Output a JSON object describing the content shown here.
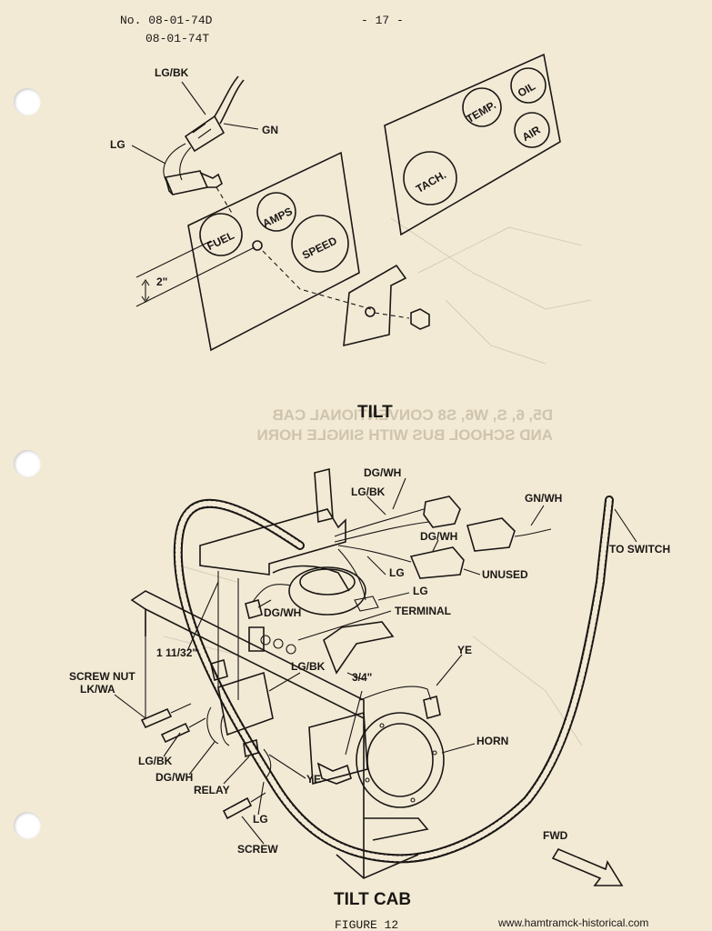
{
  "header": {
    "doc_number_1": "No. 08-01-74D",
    "doc_number_2": "08-01-74T",
    "page_number": "- 17 -"
  },
  "bleed_through": {
    "line_1": "D5, 6, S, W6, S8 CONVENTIONAL CAB",
    "line_2": "AND SCHOOL BUS WITH SINGLE HORN"
  },
  "top_figure": {
    "title": "TILT",
    "labels": {
      "lg_bk": "LG/BK",
      "gn": "GN",
      "lg": "LG",
      "dim_2in": "2\""
    },
    "gauges": {
      "fuel": "FUEL",
      "amps": "AMPS",
      "speed": "SPEED",
      "tach": "TACH.",
      "temp": "TEMP.",
      "oil": "OIL",
      "air": "AIR"
    }
  },
  "bottom_figure": {
    "title": "TILT CAB",
    "labels": {
      "dg_wh_top": "DG/WH",
      "lg_bk_top": "LG/BK",
      "gn_wh": "GN/WH",
      "to_switch": "TO SWITCH",
      "dg_wh_mid": "DG/WH",
      "unused": "UNUSED",
      "lg_1": "LG",
      "lg_2": "LG",
      "dg_wh_left": "DG/WH",
      "terminal": "TERMINAL",
      "dim_1_11_32": "1 11/32\"",
      "ye_top": "YE",
      "screw_nut": "SCREW NUT",
      "lk_wa": "LK/WA",
      "lg_bk_mid": "LG/BK",
      "dim_3_4": "3/4\"",
      "horn": "HORN",
      "lg_bk_left": "LG/BK",
      "dg_wh_low": "DG/WH",
      "relay": "RELAY",
      "ye_low": "YE",
      "lg_low": "LG",
      "screw": "SCREW",
      "fwd": "FWD"
    }
  },
  "footer": {
    "figure_caption": "FIGURE 12",
    "watermark": "www.hamtramck-historical.com"
  }
}
